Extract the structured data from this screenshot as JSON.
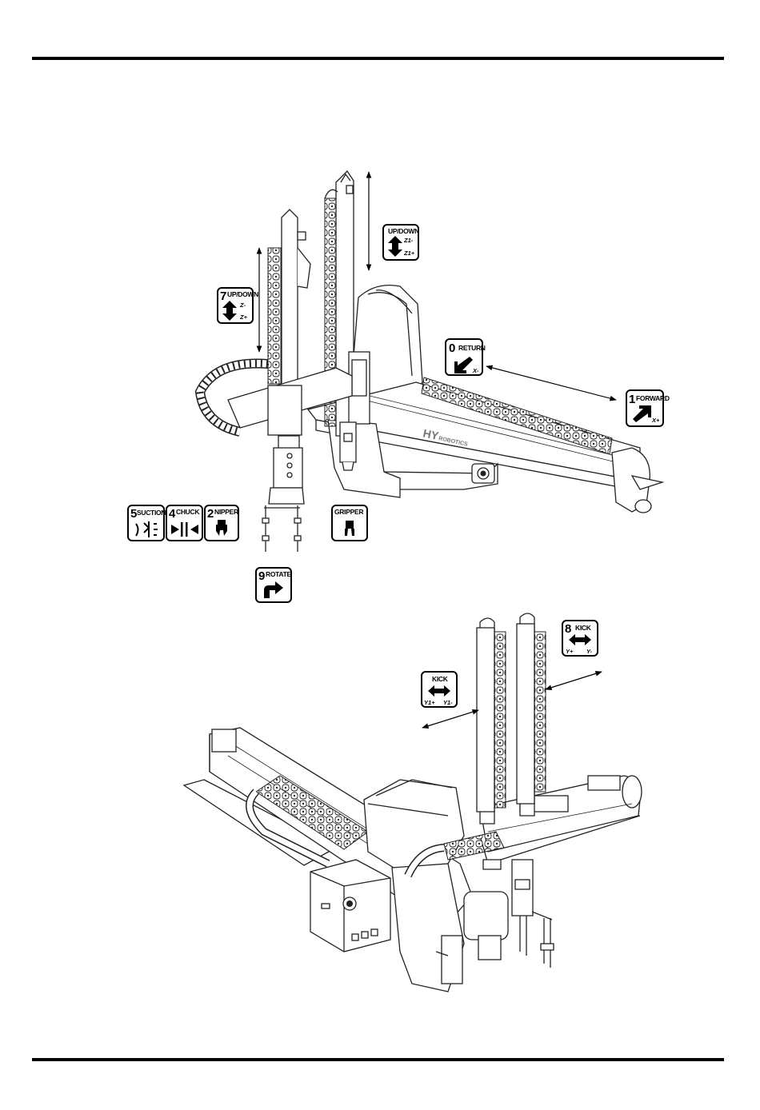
{
  "page": {
    "frame_color": "#000000",
    "line_color": "#222222"
  },
  "keys": {
    "updown_z1": {
      "word": "UP/DOWN",
      "axis_top": "Z1-",
      "axis_bottom": "Z1+",
      "icon": "vertical-arrow-icon"
    },
    "updown_z": {
      "number": "7",
      "word": "UP/DOWN",
      "axis_top": "Z-",
      "axis_bottom": "Z+",
      "icon": "vertical-arrow-icon"
    },
    "return_x": {
      "number": "0",
      "word": "RETURN",
      "axis": "X-",
      "icon": "diagonal-down-left-arrow-icon"
    },
    "forward_x": {
      "number": "1",
      "word": "FORWARD",
      "axis": "X+",
      "icon": "diagonal-up-right-arrow-icon"
    },
    "suction": {
      "number": "5",
      "word": "SUCTION",
      "icon": "suction-cup-icon"
    },
    "chuck": {
      "number": "4",
      "word": "CHUCK",
      "icon": "chuck-clamp-icon"
    },
    "nipper": {
      "number": "2",
      "word": "NIPPER",
      "icon": "nipper-icon"
    },
    "gripper": {
      "word": "GRIPPER",
      "icon": "gripper-icon"
    },
    "rotate": {
      "number": "9",
      "word": "ROTATE",
      "icon": "rotate-arrow-icon"
    },
    "kick_y": {
      "number": "8",
      "word": "KICK",
      "axis_left": "Y+",
      "axis_right": "Y-",
      "icon": "horizontal-arrow-icon"
    },
    "kick_y1": {
      "word": "KICK",
      "axis_left": "Y1+",
      "axis_right": "Y1-",
      "icon": "horizontal-arrow-icon"
    }
  },
  "machine": {
    "brand_big": "HY",
    "brand_small": "ROBOTICS"
  }
}
